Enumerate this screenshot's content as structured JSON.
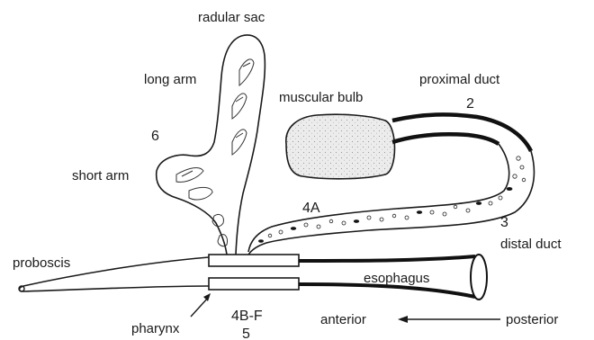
{
  "labels": {
    "radular_sac": "radular sac",
    "long_arm": "long arm",
    "short_arm": "short arm",
    "muscular_bulb": "muscular bulb",
    "proximal_duct": "proximal duct",
    "distal_duct": "distal duct",
    "proboscis": "proboscis",
    "esophagus": "esophagus",
    "pharynx": "pharynx",
    "anterior": "anterior",
    "posterior": "posterior"
  },
  "numbers": {
    "six": "6",
    "two": "2",
    "three": "3",
    "four_a": "4A",
    "four_b_f": "4B-F",
    "five": "5"
  },
  "colors": {
    "line": "#1a1a1a",
    "bulb_fill": "#e8e8e8",
    "background": "#ffffff"
  }
}
